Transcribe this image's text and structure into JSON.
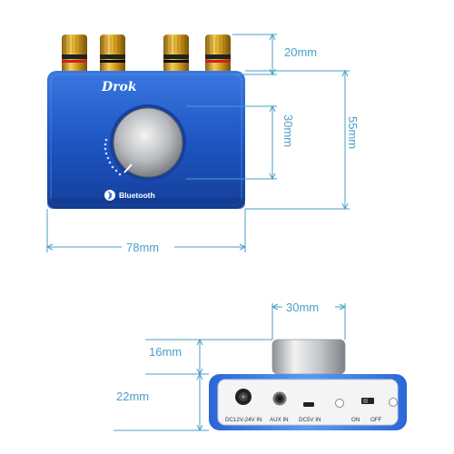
{
  "product": {
    "brand": "Drok",
    "bluetooth_label": "Bluetooth"
  },
  "dimensions": {
    "terminal_height": "20mm",
    "knob_diameter": "30mm",
    "body_height": "55mm",
    "body_width": "78mm",
    "knob_width_side": "30mm",
    "knob_height_side": "16mm",
    "body_depth_side": "22mm"
  },
  "ports": {
    "dc_in": "DC12V-24V IN",
    "aux_in": "AUX IN",
    "dc5v_in": "DC5V IN",
    "on": "ON",
    "off": "OFF"
  },
  "colors": {
    "body_blue": "#1f56c4",
    "dimension_line": "#4a9ec8",
    "gold": "#d4a020",
    "red_ring": "#d02020"
  },
  "icons": [
    "bluetooth-icon",
    "power-jack-icon",
    "aux-jack-icon",
    "micro-usb-icon",
    "led-icon",
    "switch-icon"
  ]
}
